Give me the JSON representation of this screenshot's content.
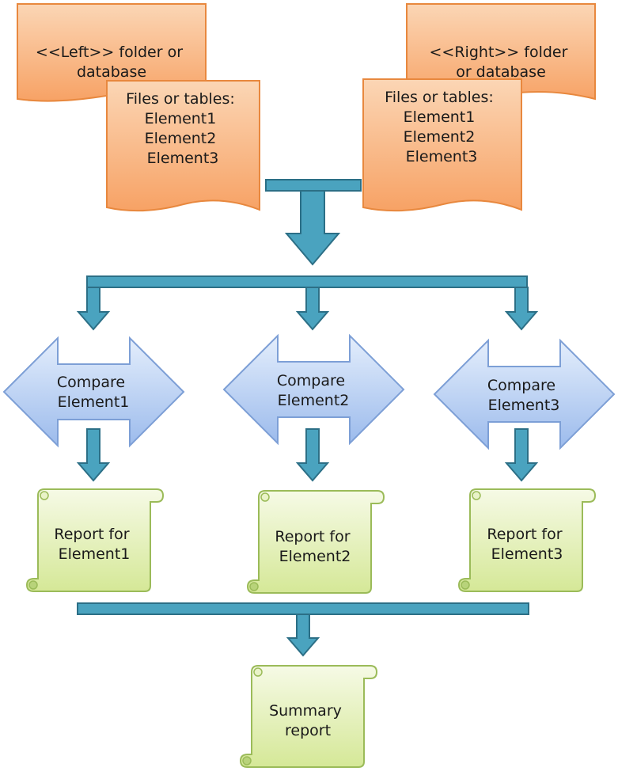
{
  "sources": {
    "left": {
      "title_lines": [
        "<<Left>> folder or",
        "database"
      ],
      "content_lines": [
        "Files or tables:",
        "Element1",
        "Element2",
        "Element3"
      ]
    },
    "right": {
      "title_lines": [
        "<<Right>> folder",
        "or database"
      ],
      "content_lines": [
        "Files or tables:",
        "Element1",
        "Element2",
        "Element3"
      ]
    }
  },
  "compare_steps": [
    {
      "lines": [
        "Compare",
        "Element1"
      ]
    },
    {
      "lines": [
        "Compare",
        "Element2"
      ]
    },
    {
      "lines": [
        "Compare",
        "Element3"
      ]
    }
  ],
  "reports": [
    {
      "lines": [
        "Report for",
        "Element1"
      ]
    },
    {
      "lines": [
        "Report for",
        "Element2"
      ]
    },
    {
      "lines": [
        "Report for",
        "Element3"
      ]
    }
  ],
  "summary": {
    "lines": [
      "Summary",
      "report"
    ]
  },
  "colors": {
    "document_fill_top": "#fbd6b5",
    "document_fill_bottom": "#f7a265",
    "document_stroke": "#e8883e",
    "arrow_fill": "#4aa3bf",
    "arrow_stroke": "#2c6f86",
    "compare_fill_top": "#dce9fb",
    "compare_fill_bottom": "#9cbbec",
    "compare_stroke": "#7d9fd6",
    "scroll_fill_top": "#f4f9e2",
    "scroll_fill_bottom": "#d7ea9a",
    "scroll_stroke": "#9bbb59"
  }
}
